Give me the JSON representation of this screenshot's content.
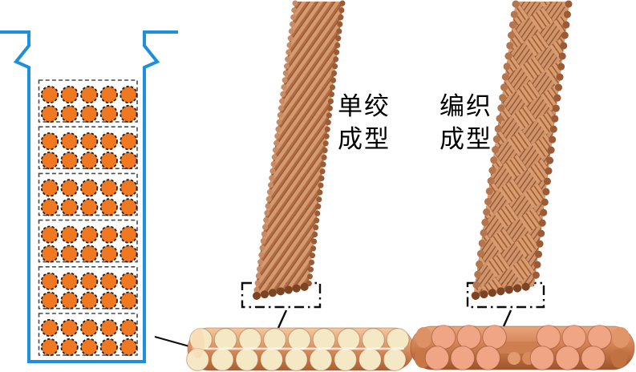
{
  "figure": {
    "labels": {
      "twist_forming": {
        "line1": "单绞",
        "line2": "成型"
      },
      "braid_forming": {
        "line1": "编织",
        "line2": "成型"
      }
    },
    "slot": {
      "groups": 6,
      "rows_per_group": 2,
      "cols_per_group": 5
    },
    "cross_sections": {
      "twist": {
        "rows": 2,
        "cols": 9
      },
      "braid": {
        "bundles": 2,
        "rows": 2,
        "cols_per_bundle": 3
      }
    },
    "colors": {
      "slot_outline": "#1e8fdc",
      "conductor_fill": "#f07820",
      "conductor_dash": "#1f1f1f",
      "group_dash": "#4a4a4a",
      "copper_light": "#d59a6f",
      "copper_dark": "#a35d35",
      "copper_deep": "#8a4c2a",
      "callout_black": "#0d0d0d",
      "twist_wire_fill": "#f4e9c4",
      "braid_wire_fill": "#f0a585"
    }
  }
}
